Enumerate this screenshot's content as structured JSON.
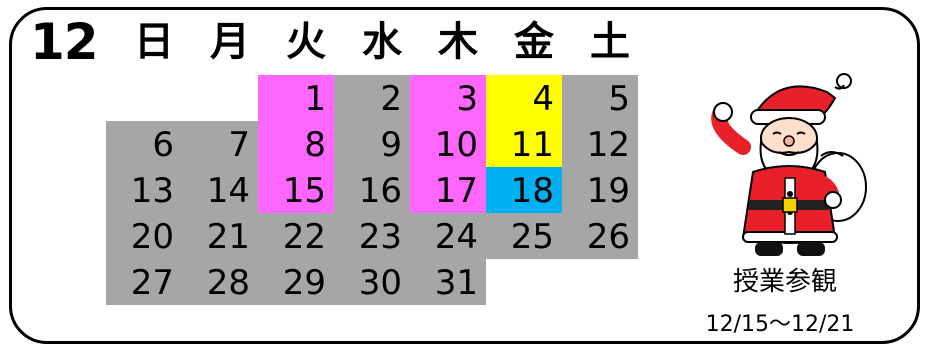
{
  "calendar": {
    "month": "12",
    "weekdays": [
      "日",
      "月",
      "火",
      "水",
      "木",
      "金",
      "土"
    ],
    "colors": {
      "gray": "#a6a6a6",
      "pink": "#ff66ff",
      "yellow": "#ffff00",
      "blue": "#00b0f0",
      "white": "#ffffff"
    },
    "days": [
      {
        "day": "1",
        "col": 2,
        "row": 0,
        "color": "pink"
      },
      {
        "day": "2",
        "col": 3,
        "row": 0,
        "color": "gray"
      },
      {
        "day": "3",
        "col": 4,
        "row": 0,
        "color": "pink"
      },
      {
        "day": "4",
        "col": 5,
        "row": 0,
        "color": "yellow"
      },
      {
        "day": "5",
        "col": 6,
        "row": 0,
        "color": "gray"
      },
      {
        "day": "6",
        "col": 0,
        "row": 1,
        "color": "gray"
      },
      {
        "day": "7",
        "col": 1,
        "row": 1,
        "color": "gray"
      },
      {
        "day": "8",
        "col": 2,
        "row": 1,
        "color": "pink"
      },
      {
        "day": "9",
        "col": 3,
        "row": 1,
        "color": "gray"
      },
      {
        "day": "10",
        "col": 4,
        "row": 1,
        "color": "pink"
      },
      {
        "day": "11",
        "col": 5,
        "row": 1,
        "color": "yellow"
      },
      {
        "day": "12",
        "col": 6,
        "row": 1,
        "color": "gray"
      },
      {
        "day": "13",
        "col": 0,
        "row": 2,
        "color": "gray"
      },
      {
        "day": "14",
        "col": 1,
        "row": 2,
        "color": "gray"
      },
      {
        "day": "15",
        "col": 2,
        "row": 2,
        "color": "pink"
      },
      {
        "day": "16",
        "col": 3,
        "row": 2,
        "color": "gray"
      },
      {
        "day": "17",
        "col": 4,
        "row": 2,
        "color": "pink"
      },
      {
        "day": "18",
        "col": 5,
        "row": 2,
        "color": "blue"
      },
      {
        "day": "19",
        "col": 6,
        "row": 2,
        "color": "gray"
      },
      {
        "day": "20",
        "col": 0,
        "row": 3,
        "color": "gray"
      },
      {
        "day": "21",
        "col": 1,
        "row": 3,
        "color": "gray"
      },
      {
        "day": "22",
        "col": 2,
        "row": 3,
        "color": "gray"
      },
      {
        "day": "23",
        "col": 3,
        "row": 3,
        "color": "gray"
      },
      {
        "day": "24",
        "col": 4,
        "row": 3,
        "color": "gray"
      },
      {
        "day": "25",
        "col": 5,
        "row": 3,
        "color": "gray"
      },
      {
        "day": "26",
        "col": 6,
        "row": 3,
        "color": "gray"
      },
      {
        "day": "27",
        "col": 0,
        "row": 4,
        "color": "gray"
      },
      {
        "day": "28",
        "col": 1,
        "row": 4,
        "color": "gray"
      },
      {
        "day": "29",
        "col": 2,
        "row": 4,
        "color": "gray"
      },
      {
        "day": "30",
        "col": 3,
        "row": 4,
        "color": "gray"
      },
      {
        "day": "31",
        "col": 4,
        "row": 4,
        "color": "gray"
      }
    ]
  },
  "side": {
    "illustration": "santa-claus-icon",
    "caption": "授業参観",
    "period": "12/15～12/21"
  }
}
